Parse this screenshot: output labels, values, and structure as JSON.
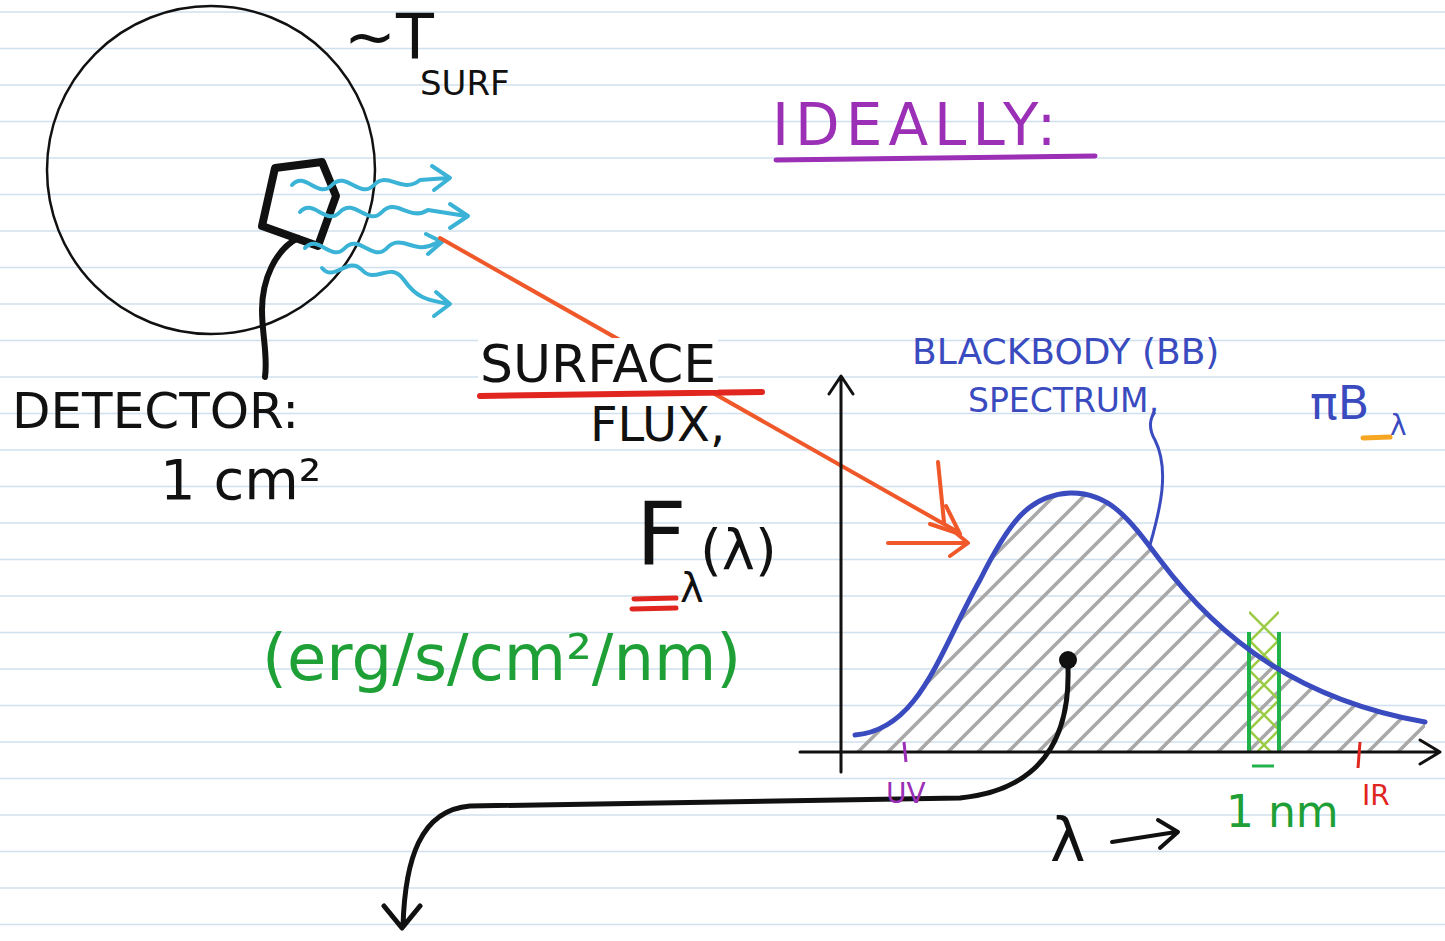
{
  "diagram": {
    "title": "IDEALLY:",
    "labels": [
      "~T",
      "SURF",
      "DETECTOR:",
      "1 cm²",
      "SURFACE",
      "FLUX,",
      "F",
      "λ",
      "(λ)",
      "(erg/s/cm²/nm)",
      "BLACKBODY (BB)",
      "SPECTRUM,",
      "πB",
      "λ",
      "UV",
      "1 nm",
      "IR",
      "λ"
    ]
  }
}
